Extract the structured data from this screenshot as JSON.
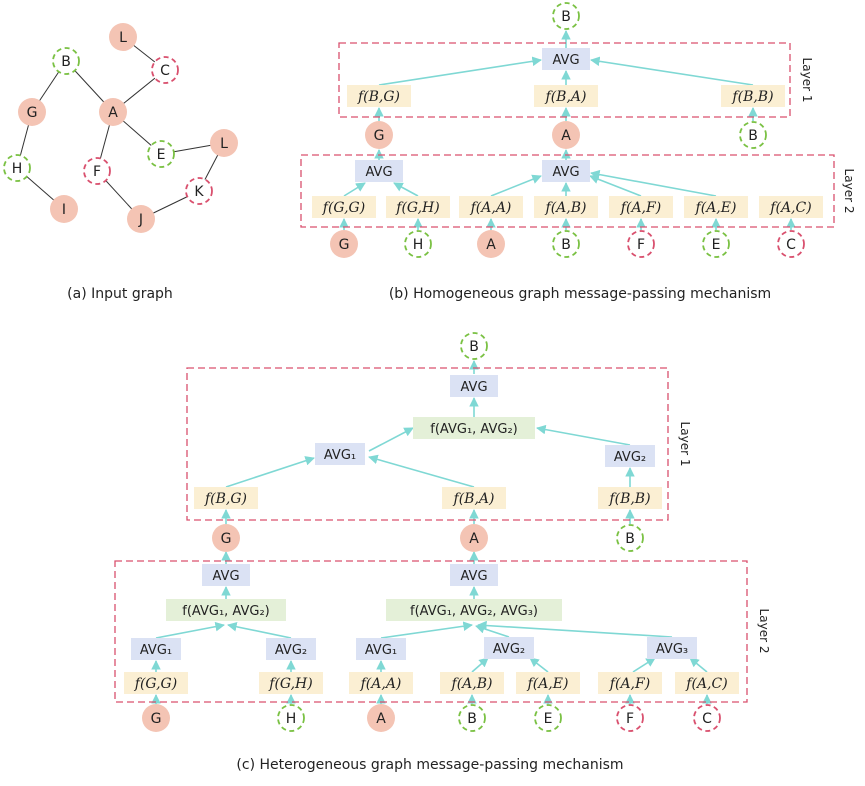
{
  "colors": {
    "filled_node": "#f4c4b4",
    "green_dashed": "#7ac143",
    "red_dashed": "#d9506e",
    "layer_border": "#d9506e",
    "avg_box": "#dbe2f4",
    "f_box": "#fbefd3",
    "comb_box": "#e4f0d8",
    "arrow": "#7fd8d4",
    "edge": "#333333"
  },
  "captions": {
    "a": "(a) Input graph",
    "b": "(b) Homogeneous graph message-passing mechanism",
    "c": "(c) Heterogeneous graph message-passing mechanism"
  },
  "layer_labels": {
    "l1": "Layer 1",
    "l2": "Layer 2"
  },
  "input_graph": {
    "nodes": [
      {
        "id": "L1",
        "label": "L",
        "style": "filled"
      },
      {
        "id": "C",
        "label": "C",
        "style": "red"
      },
      {
        "id": "B",
        "label": "B",
        "style": "green"
      },
      {
        "id": "G",
        "label": "G",
        "style": "filled"
      },
      {
        "id": "A",
        "label": "A",
        "style": "filled"
      },
      {
        "id": "E",
        "label": "E",
        "style": "green"
      },
      {
        "id": "L2",
        "label": "L",
        "style": "filled"
      },
      {
        "id": "H",
        "label": "H",
        "style": "green"
      },
      {
        "id": "F",
        "label": "F",
        "style": "red"
      },
      {
        "id": "K",
        "label": "K",
        "style": "red"
      },
      {
        "id": "I",
        "label": "I",
        "style": "filled"
      },
      {
        "id": "J",
        "label": "J",
        "style": "filled"
      }
    ],
    "edges": [
      [
        "L1",
        "C"
      ],
      [
        "C",
        "A"
      ],
      [
        "B",
        "A"
      ],
      [
        "B",
        "G"
      ],
      [
        "G",
        "H"
      ],
      [
        "H",
        "I"
      ],
      [
        "A",
        "E"
      ],
      [
        "A",
        "F"
      ],
      [
        "E",
        "L2"
      ],
      [
        "L2",
        "K"
      ],
      [
        "K",
        "J"
      ],
      [
        "F",
        "J"
      ]
    ]
  },
  "homogeneous": {
    "target": "B",
    "layer1": {
      "avg": "AVG",
      "funcs": [
        "f(B,G)",
        "f(B,A)",
        "f(B,B)"
      ],
      "mid_nodes": [
        "G",
        "A",
        "B"
      ]
    },
    "layer2": {
      "avg_g": "AVG",
      "avg_a": "AVG",
      "funcs": [
        "f(G,G)",
        "f(G,H)",
        "f(A,A)",
        "f(A,B)",
        "f(A,F)",
        "f(A,E)",
        "f(A,C)"
      ],
      "inputs": [
        "G",
        "H",
        "A",
        "B",
        "F",
        "E",
        "C"
      ]
    }
  },
  "heterogeneous": {
    "target": "B",
    "layer1": {
      "avg": "AVG",
      "comb": "f(AVG₁, AVG₂)",
      "avg1": "AVG₁",
      "avg2": "AVG₂",
      "funcs": [
        "f(B,G)",
        "f(B,A)",
        "f(B,B)"
      ],
      "mid_nodes": [
        "G",
        "A",
        "B"
      ]
    },
    "layer2": {
      "avg_g": "AVG",
      "comb_g": "f(AVG₁, AVG₂)",
      "g_avg1": "AVG₁",
      "g_avg2": "AVG₂",
      "avg_a": "AVG",
      "comb_a": "f(AVG₁, AVG₂, AVG₃)",
      "a_avg1": "AVG₁",
      "a_avg2": "AVG₂",
      "a_avg3": "AVG₃",
      "funcs": [
        "f(G,G)",
        "f(G,H)",
        "f(A,A)",
        "f(A,B)",
        "f(A,E)",
        "f(A,F)",
        "f(A,C)"
      ],
      "inputs": [
        "G",
        "H",
        "A",
        "B",
        "E",
        "F",
        "C"
      ]
    }
  }
}
